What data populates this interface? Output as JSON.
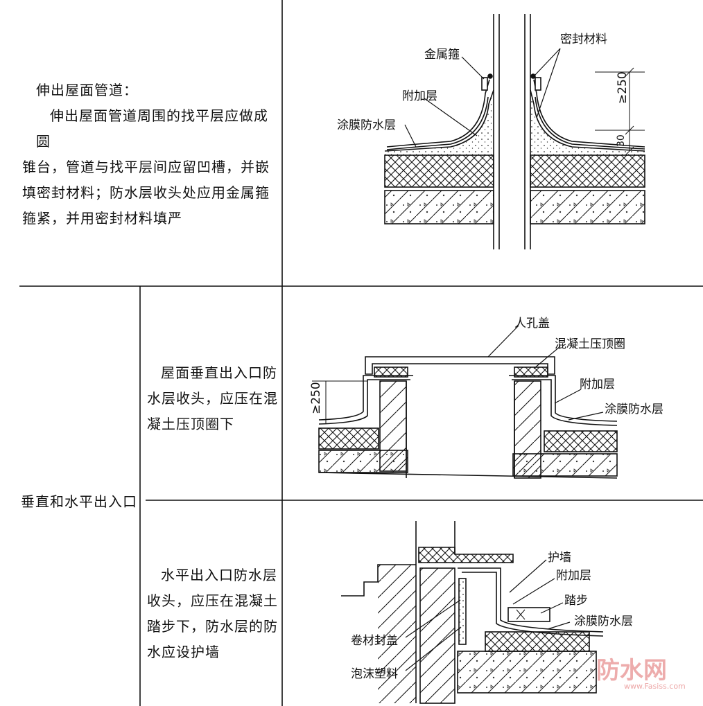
{
  "row1": {
    "heading": "伸出屋面管道：",
    "body_lines": [
      "伸出屋面管道周围的找平层应做成圆",
      "锥台，管道与找平层间应留凹槽，并嵌",
      "填密封材料；防水层收头处应用金属箍",
      "箍紧，并用密封材料填严"
    ],
    "labels": {
      "metal_hoop": "金属箍",
      "sealant": "密封材料",
      "additional_layer": "附加层",
      "coating_membrane": "涂膜防水层",
      "dim_250": "≥250",
      "dim_30": "30"
    }
  },
  "row2": {
    "group_label": "垂直和水平出入口",
    "vertical": {
      "body_lines": [
        "屋面垂直出入口防",
        "水层收头，应压在混",
        "凝土压顶圈下"
      ],
      "labels": {
        "manhole_cover": "人孔盖",
        "concrete_coping": "混凝土压顶圈",
        "additional_layer": "附加层",
        "coating_membrane": "涂膜防水层",
        "dim_250": "≥250"
      }
    },
    "horizontal": {
      "body_lines": [
        "水平出入口防水层",
        "收头，应压在混凝土",
        "踏步下，防水层的防",
        "水应设护墙"
      ],
      "labels": {
        "guard_wall": "护墙",
        "additional_layer": "附加层",
        "step": "踏步",
        "coating_membrane": "涂膜防水层",
        "membrane_cover": "卷材封盖",
        "foam_plastic": "泡沫塑料"
      }
    }
  },
  "colors": {
    "ink": "#111111",
    "watermark": "#e06a6a"
  },
  "watermark": {
    "text": "防水网",
    "sub": "www.Fasiss.com"
  }
}
